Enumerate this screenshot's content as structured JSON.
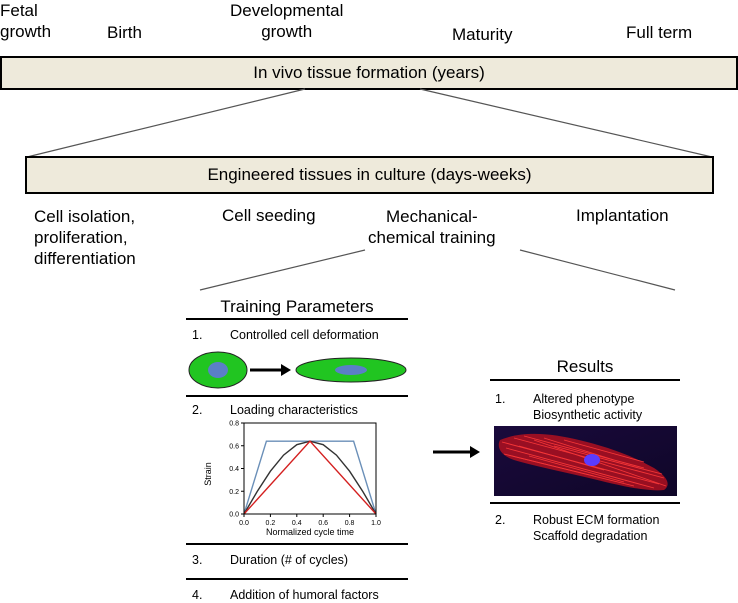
{
  "timeline": {
    "stages": [
      {
        "line1": "Fetal",
        "line2": "growth"
      },
      {
        "line1": "Birth"
      },
      {
        "line1": "Developmental",
        "line2": "growth"
      },
      {
        "line1": "Maturity"
      },
      {
        "line1": "Full term"
      }
    ],
    "in_vivo_label": "In vivo tissue formation (years)"
  },
  "culture": {
    "label": "Engineered tissues in culture (days-weeks)",
    "steps": [
      {
        "line1": "Cell isolation,",
        "line2": "proliferation,",
        "line3": "differentiation"
      },
      {
        "line1": "Cell seeding"
      },
      {
        "line1": "Mechanical-",
        "line2": "chemical training"
      },
      {
        "line1": "Implantation"
      }
    ]
  },
  "training": {
    "title": "Training Parameters",
    "items": [
      {
        "num": "1.",
        "text": "Controlled cell deformation"
      },
      {
        "num": "2.",
        "text": "Loading characteristics"
      },
      {
        "num": "3.",
        "text": "Duration (# of cycles)"
      },
      {
        "num": "4.",
        "text": "Addition of humoral factors"
      }
    ]
  },
  "results": {
    "title": "Results",
    "items": [
      {
        "num": "1.",
        "line1": "Altered phenotype",
        "line2": "Biosynthetic activity"
      },
      {
        "num": "2.",
        "line1": "Robust ECM formation",
        "line2": "Scaffold degradation"
      }
    ]
  },
  "cell_colors": {
    "membrane": "#21c521",
    "nucleus": "#5b7fc7"
  },
  "chart_data": {
    "type": "line",
    "xlabel": "Normalized cycle time",
    "ylabel": "Strain",
    "xlim": [
      0,
      1
    ],
    "ylim": [
      0,
      0.8
    ],
    "x_ticks": [
      "0.0",
      "0.2",
      "0.4",
      "0.6",
      "0.8",
      "1.0"
    ],
    "y_ticks": [
      "0.0",
      "0.2",
      "0.4",
      "0.6",
      "0.8"
    ],
    "series": [
      {
        "color": "#6a8fb8",
        "x": [
          0,
          0.17,
          0.83,
          1
        ],
        "y": [
          0,
          0.64,
          0.64,
          0
        ]
      },
      {
        "color": "#333333",
        "x": [
          0,
          0.1,
          0.2,
          0.3,
          0.4,
          0.5,
          0.6,
          0.7,
          0.8,
          0.9,
          1.0
        ],
        "y": [
          0,
          0.198,
          0.376,
          0.518,
          0.609,
          0.64,
          0.609,
          0.518,
          0.376,
          0.198,
          0
        ]
      },
      {
        "color": "#d42020",
        "x": [
          0,
          0.5,
          1
        ],
        "y": [
          0,
          0.64,
          0
        ]
      }
    ]
  }
}
